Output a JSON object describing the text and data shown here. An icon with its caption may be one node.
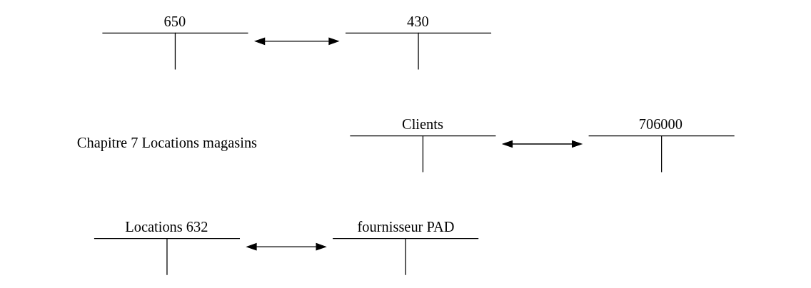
{
  "diagram": {
    "nodes": [
      {
        "text": [
          "650"
        ]
      },
      {
        "text": [
          "430"
        ]
      },
      {
        "text": [
          "Clients"
        ]
      },
      {
        "text": [
          "706000"
        ]
      },
      {
        "text": [
          "Locations 632"
        ]
      },
      {
        "text": [
          "fournisseur PAD"
        ]
      }
    ],
    "edges": [
      {
        "from": 0,
        "to": 1,
        "arrow": "both"
      },
      {
        "from": 2,
        "to": 3,
        "arrow": "both"
      },
      {
        "from": 4,
        "to": 5,
        "arrow": "both"
      }
    ],
    "labels": [
      "Chapitre 7 Locations magasins"
    ]
  }
}
